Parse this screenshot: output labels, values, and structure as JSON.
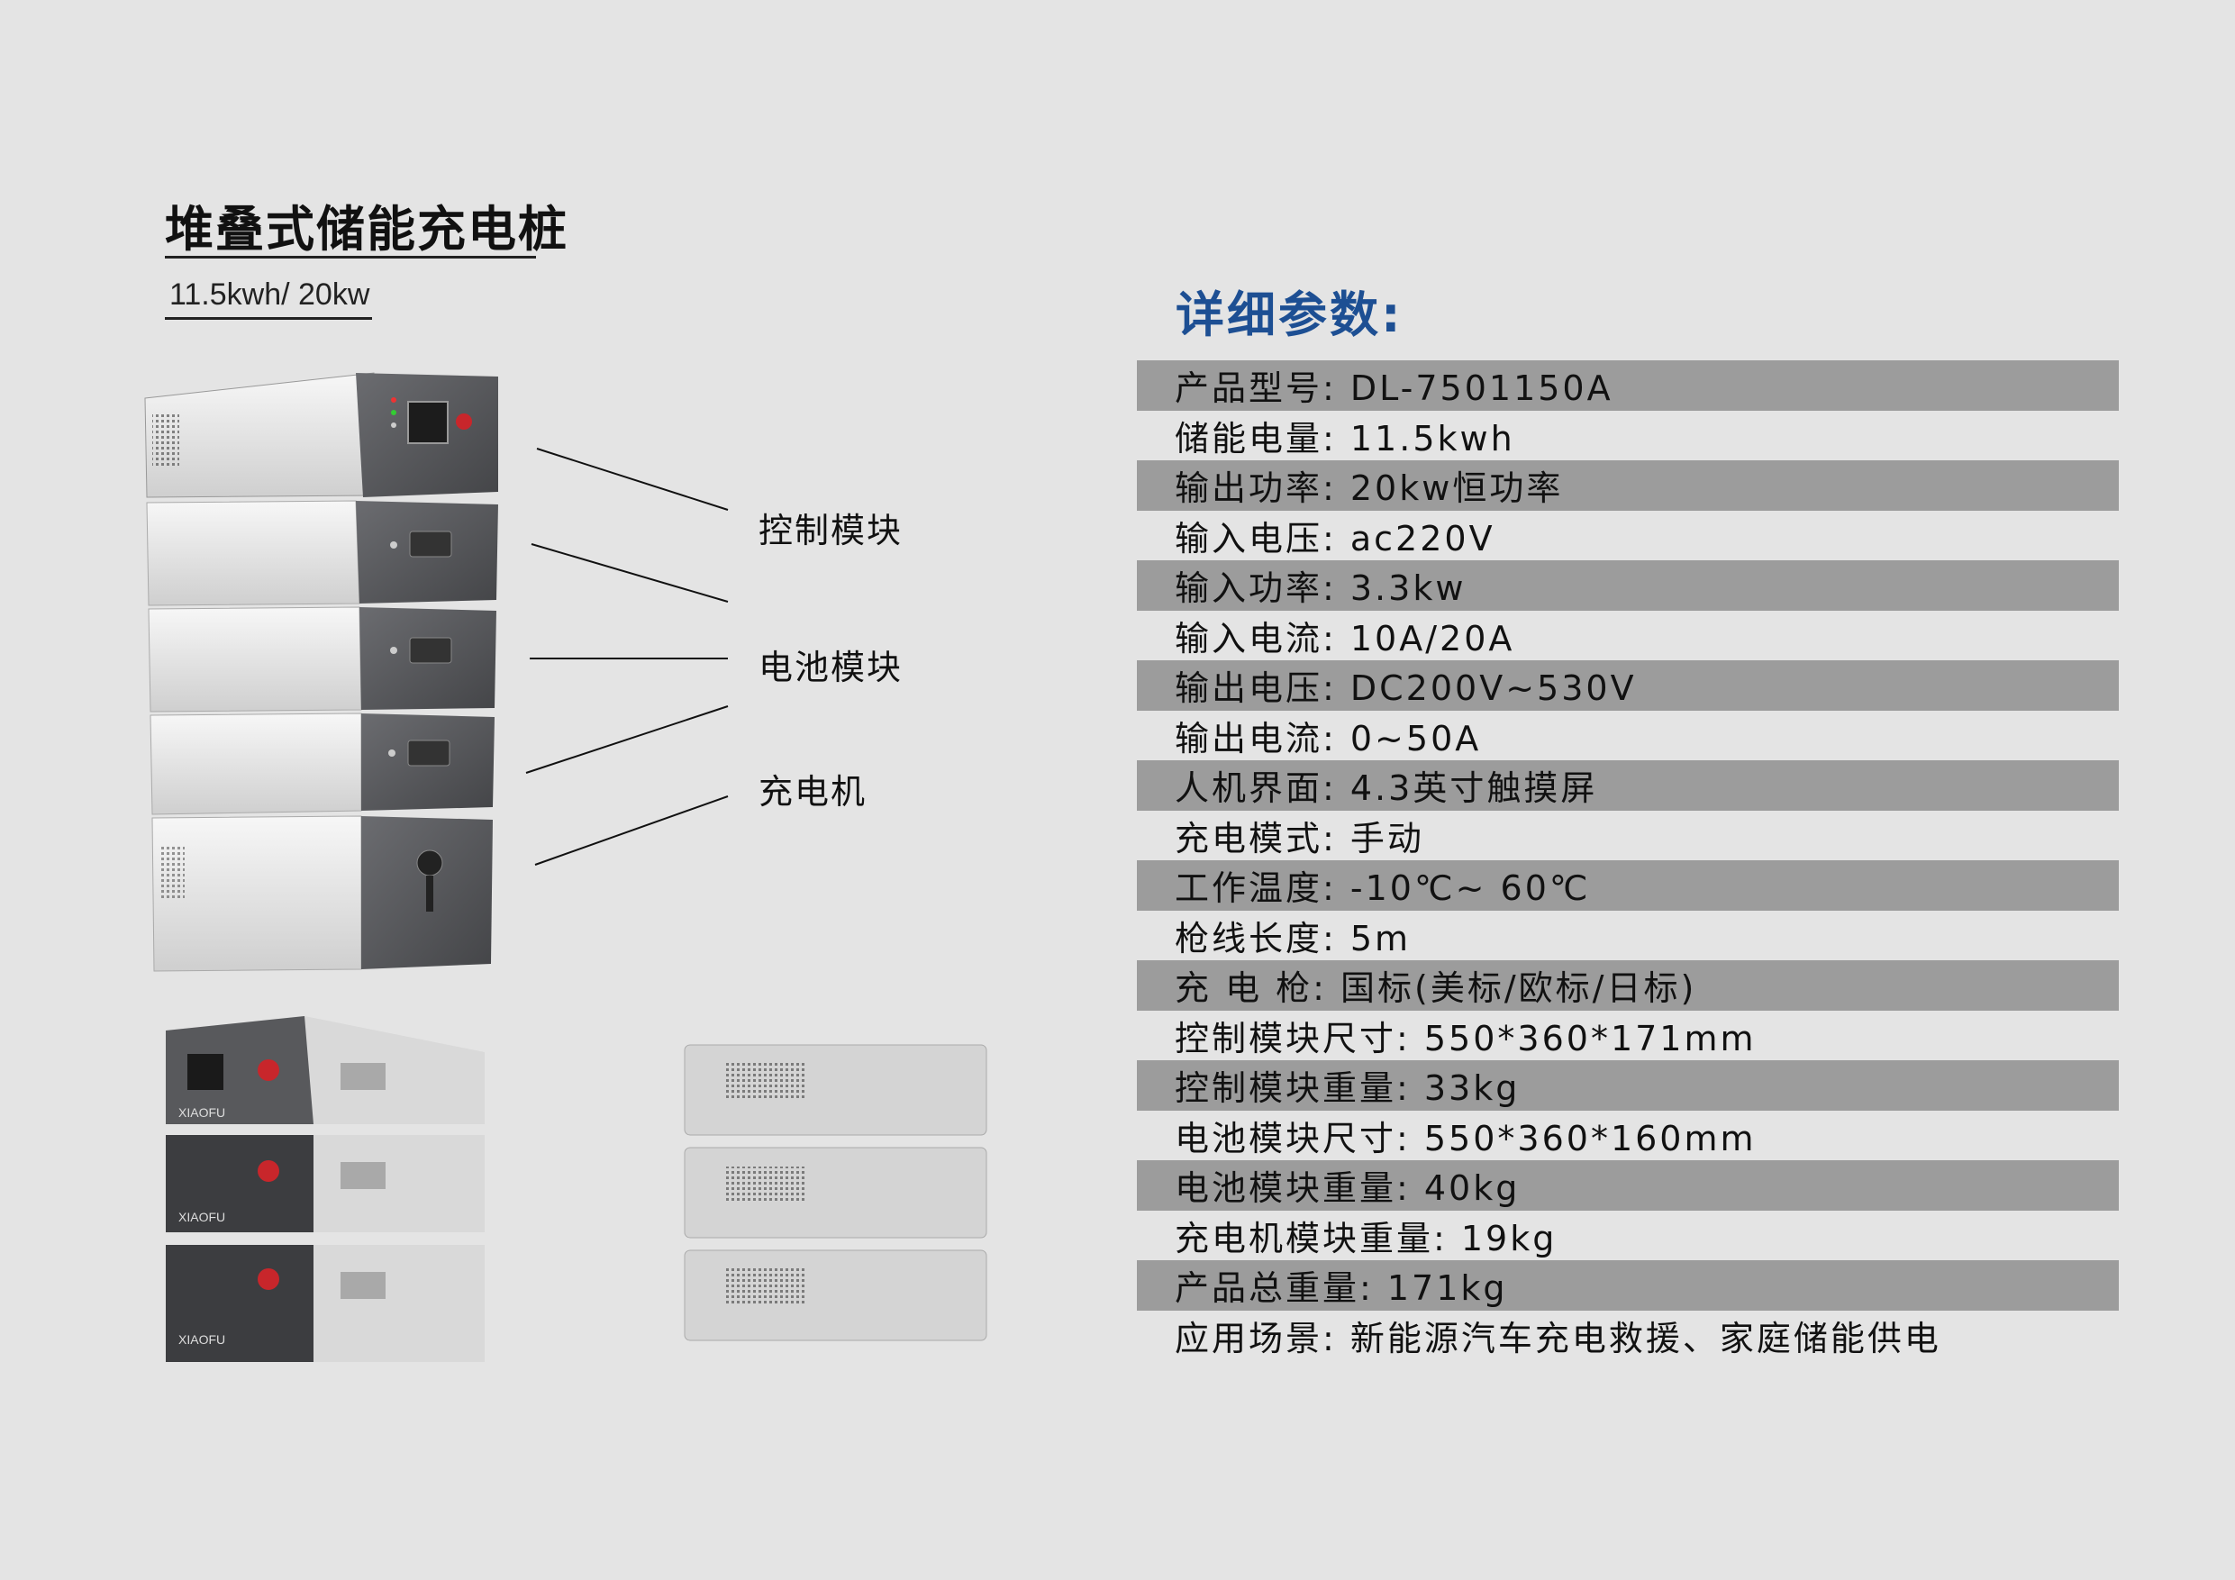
{
  "product": {
    "title": "堆叠式储能充电桩",
    "subtitle": "11.5kwh/ 20kw",
    "brand_mark": "XIAOFU"
  },
  "callouts": [
    "控制模块",
    "电池模块",
    "充电机"
  ],
  "specs": {
    "heading": "详细参数:",
    "rows": [
      "产品型号: DL-7501150A",
      "储能电量: 11.5kwh",
      "输出功率: 20kw恒功率",
      "输入电压: ac220V",
      "输入功率: 3.3kw",
      "输入电流: 10A/20A",
      "输出电压: DC200V~530V",
      "输出电流: 0~50A",
      "人机界面: 4.3英寸触摸屏",
      "充电模式: 手动",
      "工作温度: -10℃~ 60℃",
      "枪线长度: 5m",
      "充 电 枪: 国标(美标/欧标/日标)",
      "控制模块尺寸: 550*360*171mm",
      "控制模块重量: 33kg",
      "电池模块尺寸: 550*360*160mm",
      "电池模块重量: 40kg",
      "充电机模块重量: 19kg",
      "产品总重量: 171kg",
      "应用场景: 新能源汽车充电救援、家庭储能供电"
    ]
  },
  "colors": {
    "background": "#e4e4e4",
    "heading_blue": "#1d4f93",
    "row_shade": "#9c9c9c",
    "panel_dark": "#5a5b5e",
    "button_red": "#c8262b"
  }
}
